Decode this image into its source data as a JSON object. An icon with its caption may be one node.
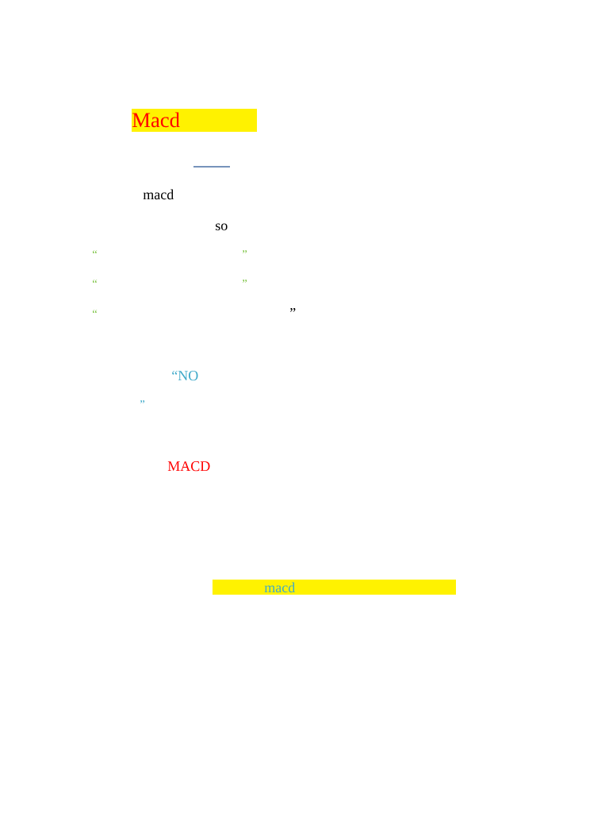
{
  "diagram": {
    "labels": [
      "Macd",
      "macd",
      "so",
      "“",
      "”",
      "“",
      "”",
      "“",
      "”",
      "“NO",
      "”",
      "MACD",
      "macd"
    ]
  }
}
